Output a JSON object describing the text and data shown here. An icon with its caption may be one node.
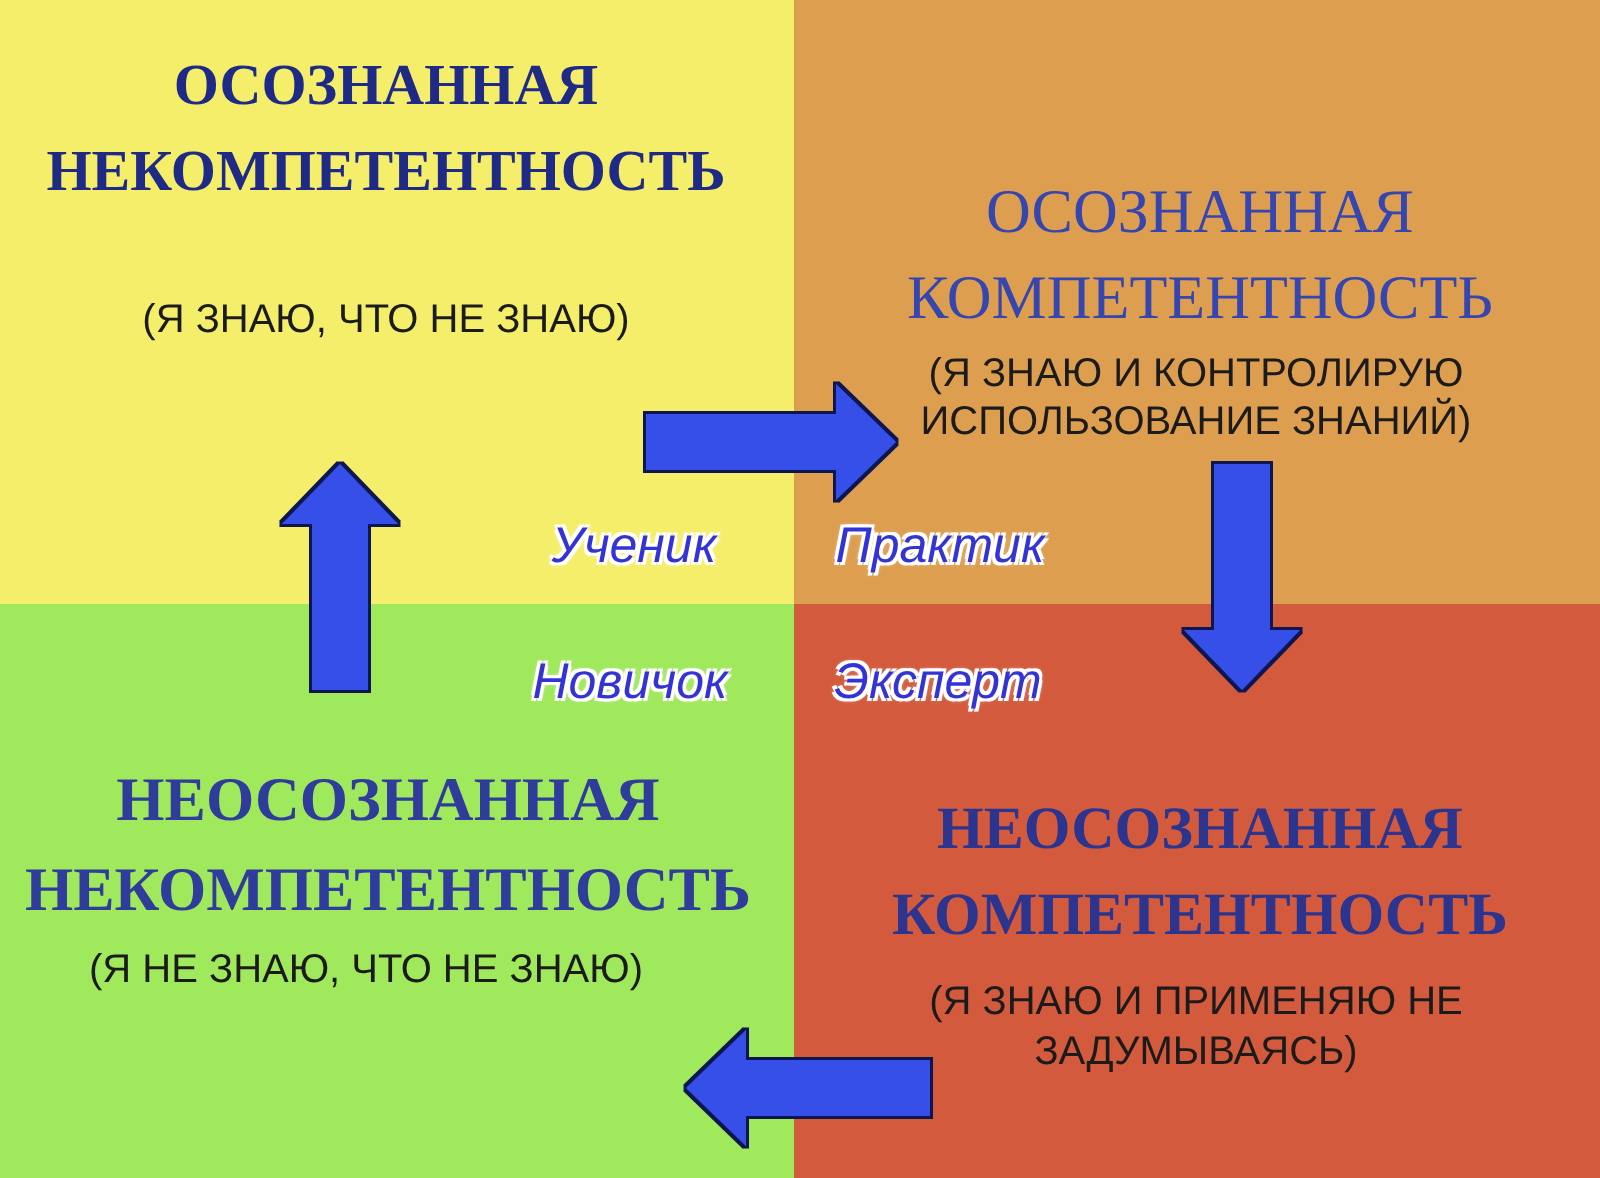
{
  "diagram": {
    "nodes": [
      {
        "text": [
          "ОСОЗНАННАЯ НЕКОМПЕТЕНТНОСТЬ",
          "(Я ЗНАЮ, ЧТО НЕ ЗНАЮ)",
          "Ученик"
        ]
      },
      {
        "text": [
          "ОСОЗНАННАЯ КОМПЕТЕНТНОСТЬ",
          "(Я ЗНАЮ И КОНТРОЛИРУЮ ИСПОЛЬЗОВАНИЕ ЗНАНИЙ)",
          "Практик"
        ]
      },
      {
        "text": [
          "Новичок",
          "НЕОСОЗНАННАЯ НЕКОМПЕТЕНТНОСТЬ",
          "(Я НЕ ЗНАЮ, ЧТО НЕ ЗНАЮ)"
        ]
      },
      {
        "text": [
          "Эксперт",
          "НЕОСОЗНАННАЯ КОМПЕТЕНТНОСТЬ",
          "(Я ЗНАЮ И ПРИМЕНЯЮ НЕ ЗАДУМЫВАЯСЬ)"
        ]
      }
    ],
    "edges": [
      {
        "from": 2,
        "to": 0,
        "arrow": "to"
      },
      {
        "from": 0,
        "to": 1,
        "arrow": "to"
      },
      {
        "from": 1,
        "to": 3,
        "arrow": "to"
      },
      {
        "from": 3,
        "to": 2,
        "arrow": "to"
      }
    ]
  }
}
